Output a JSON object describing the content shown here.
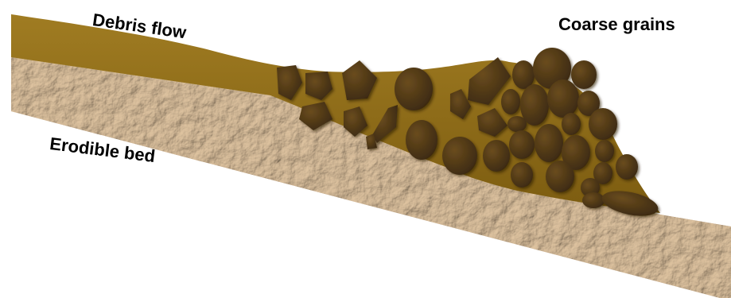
{
  "labels": {
    "debris_flow": "Debris flow",
    "coarse_grains": "Coarse grains",
    "erodible_bed": "Erodible bed"
  },
  "colors": {
    "debris_flow_fill": "#8c6b16",
    "bed_fill": "#c9a783",
    "grain_fill": "#4a3413",
    "background": "#ffffff"
  }
}
